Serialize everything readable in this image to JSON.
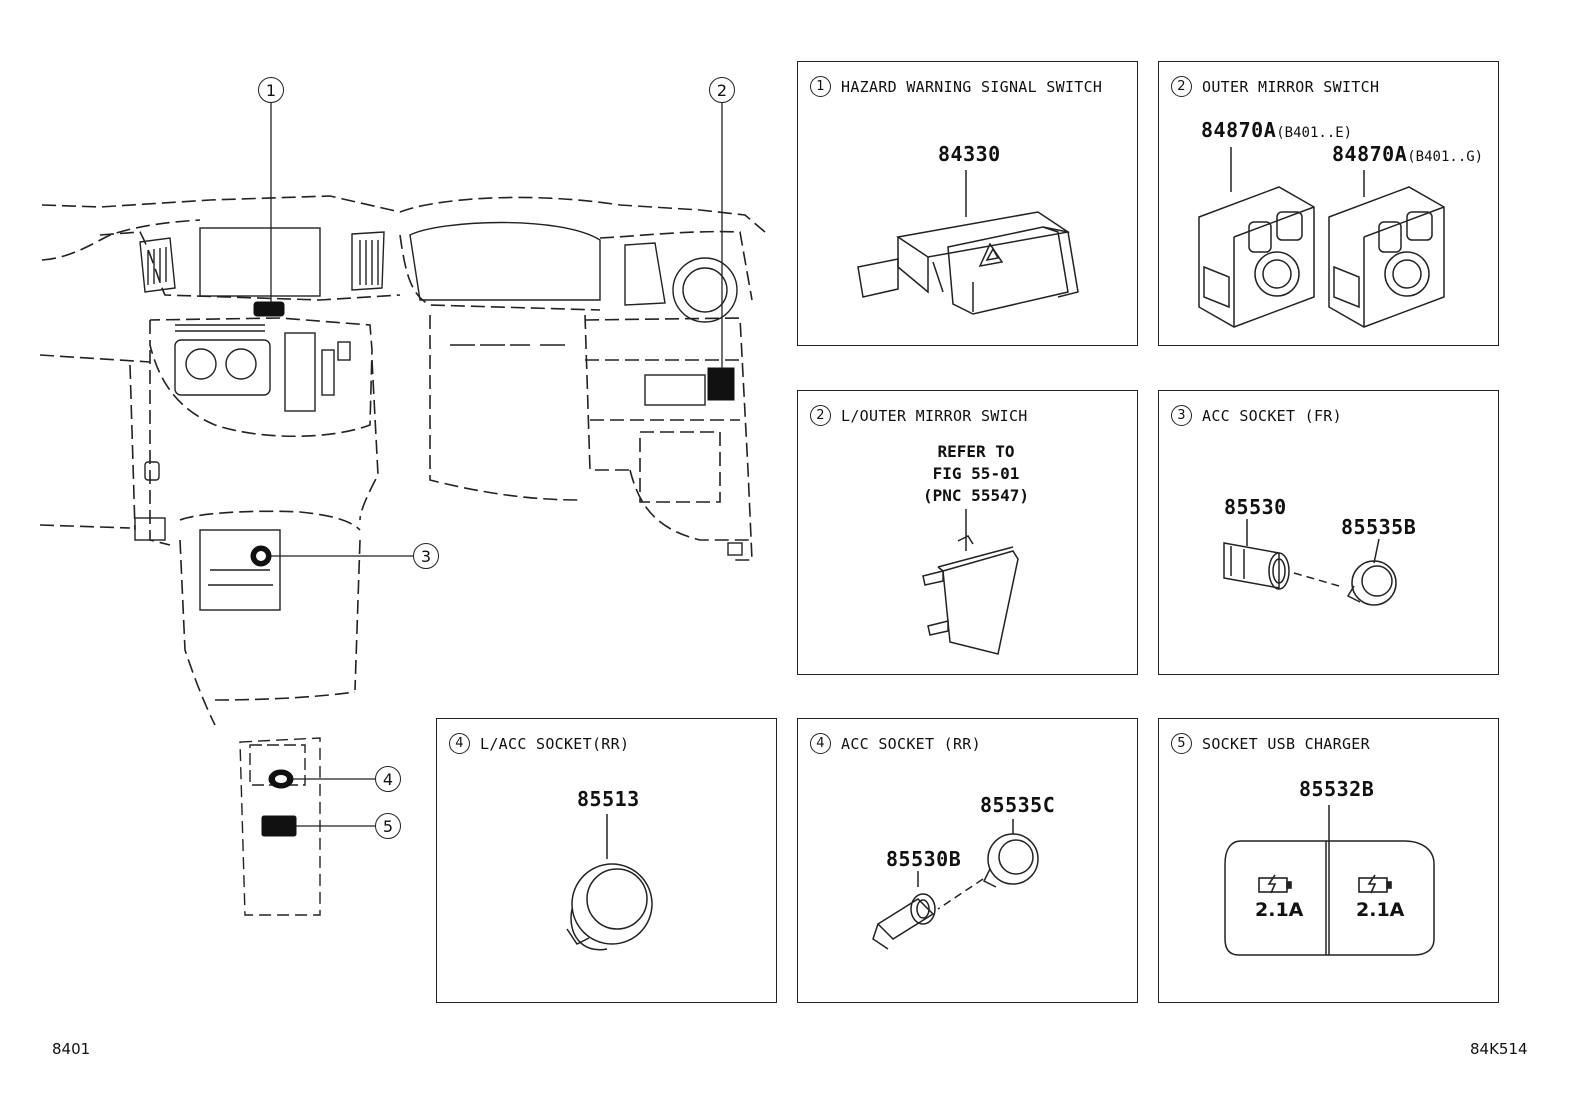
{
  "callouts": [
    "1",
    "2",
    "3",
    "4",
    "5"
  ],
  "panels": {
    "hazard": {
      "num": "1",
      "title": "HAZARD WARNING SIGNAL SWITCH",
      "part": "84330"
    },
    "outer_mirror": {
      "num": "2",
      "title": "OUTER MIRROR SWITCH",
      "part_a": "84870A",
      "part_a_note": "(B401..E)",
      "part_b": "84870A",
      "part_b_note": "(B401..G)"
    },
    "l_outer_mirror": {
      "num": "2",
      "title": "L/OUTER MIRROR SWICH",
      "note_lines": [
        "REFER TO",
        "FIG 55-01",
        "(PNC 55547)"
      ]
    },
    "acc_fr": {
      "num": "3",
      "title": "ACC SOCKET (FR)",
      "part_a": "85530",
      "part_b": "85535B"
    },
    "l_acc_rr": {
      "num": "4",
      "title": "L/ACC SOCKET(RR)",
      "part": "85513"
    },
    "acc_rr": {
      "num": "4",
      "title": "ACC SOCKET (RR)",
      "part_a": "85535C",
      "part_b": "85530B"
    },
    "usb": {
      "num": "5",
      "title": "SOCKET USB CHARGER",
      "part": "85532B",
      "amp_left": "2.1A",
      "amp_right": "2.1A"
    }
  },
  "footer": {
    "left": "8401",
    "right": "84K514"
  }
}
